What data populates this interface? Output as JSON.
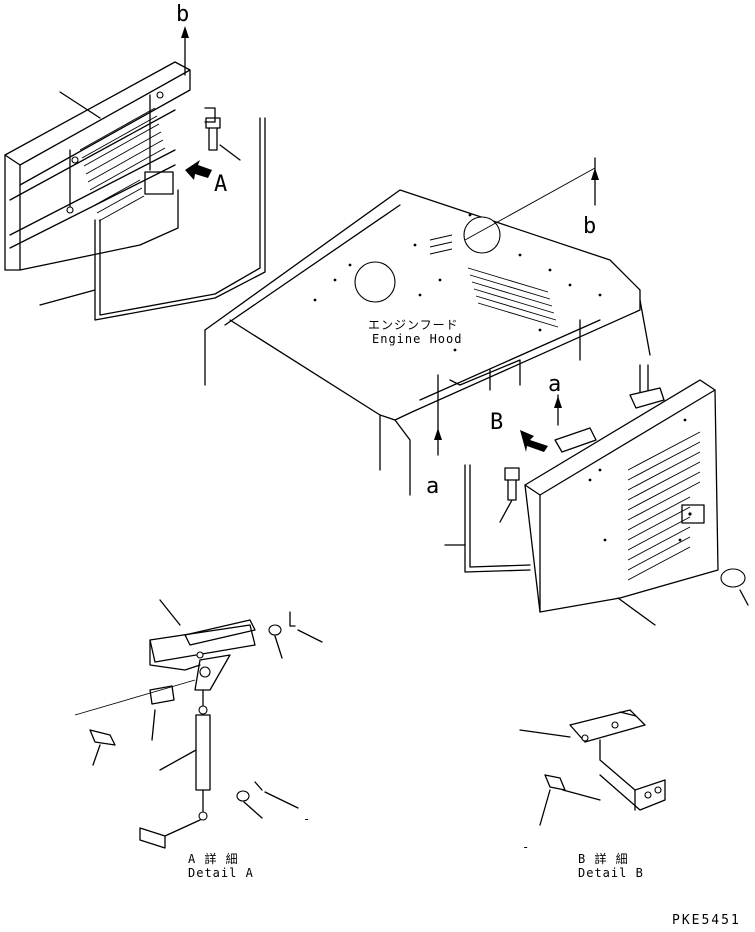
{
  "labels": {
    "b_top": "b",
    "b_right": "b",
    "a_center": "a",
    "a_right": "a",
    "view_A": "A",
    "view_B": "B"
  },
  "engine_hood": {
    "jp": "エンジンフード",
    "en": "Engine Hood"
  },
  "detail_a": {
    "jp": "A 詳 細",
    "en": "Detail A"
  },
  "detail_b": {
    "jp": "B 詳 細",
    "en": "Detail B"
  },
  "drawing_code": "PKE5451",
  "stray_marks": [
    "-",
    "-"
  ]
}
